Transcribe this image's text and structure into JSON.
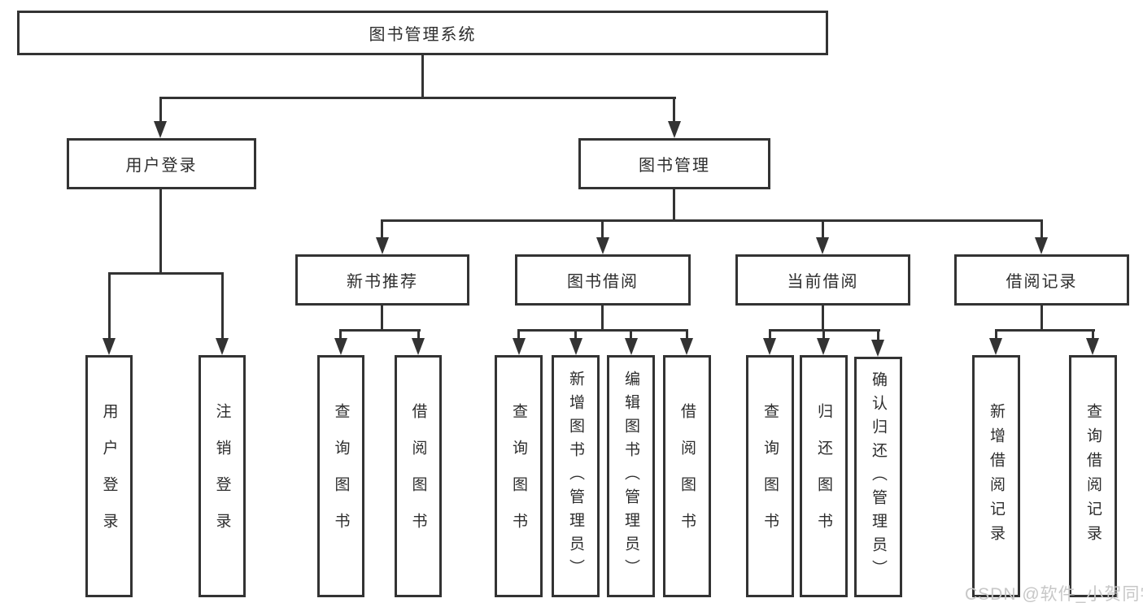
{
  "diagram": {
    "root": {
      "label": "图书管理系统"
    },
    "level2": [
      {
        "label": "用户登录"
      },
      {
        "label": "图书管理"
      }
    ],
    "level3": [
      {
        "label": "新书推荐"
      },
      {
        "label": "图书借阅"
      },
      {
        "label": "当前借阅"
      },
      {
        "label": "借阅记录"
      }
    ],
    "leaves": {
      "user_login": [
        "用户登录",
        "注销登录"
      ],
      "new_book": [
        "查询图书",
        "借阅图书"
      ],
      "book_borrow": [
        "查询图书",
        "新增图书（管理员）",
        "编辑图书（管理员）",
        "借阅图书"
      ],
      "current_borrow": [
        "查询图书",
        "归还图书",
        "确认归还（管理员）"
      ],
      "borrow_records": [
        "新增借阅记录",
        "查询借阅记录"
      ]
    }
  },
  "watermark": {
    "text": "CSDN @软件_小贺同学"
  },
  "colors": {
    "line": "#333333",
    "text": "#2d2d2d",
    "watermark": "#c7c7c7",
    "background": "#ffffff"
  }
}
